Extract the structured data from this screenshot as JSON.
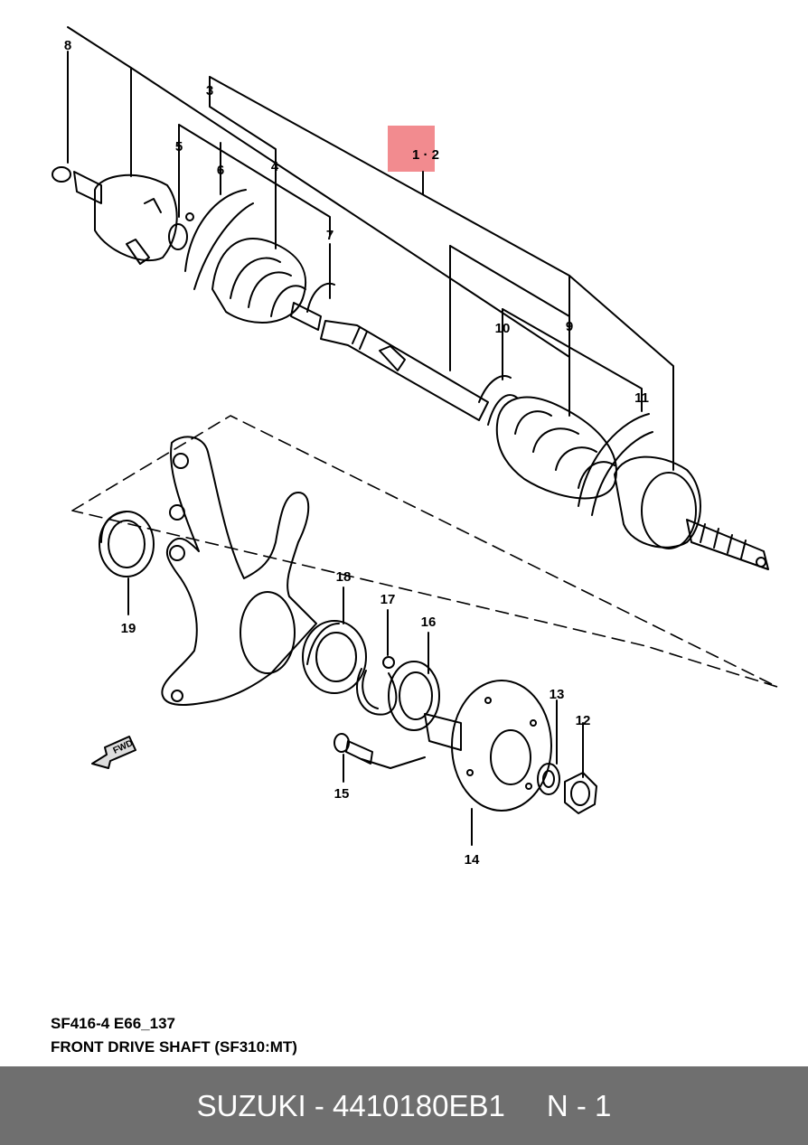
{
  "callouts": [
    "8",
    "3",
    "1 · 2",
    "5",
    "6",
    "4",
    "7",
    "9",
    "10",
    "11",
    "18",
    "17",
    "16",
    "19",
    "13",
    "12",
    "15",
    "14"
  ],
  "arrow_label": "FWD",
  "caption": {
    "line1": "SF416-4 E66_137",
    "line2": "FRONT DRIVE SHAFT (SF310:MT)"
  },
  "footer": {
    "brand": "SUZUKI",
    "separator": " - ",
    "part_number": "4410180EB1",
    "note": "N - 1"
  },
  "colors": {
    "highlight": "#f28b8f",
    "footer_bg": "#6f6f6f",
    "footer_text": "#ffffff"
  }
}
